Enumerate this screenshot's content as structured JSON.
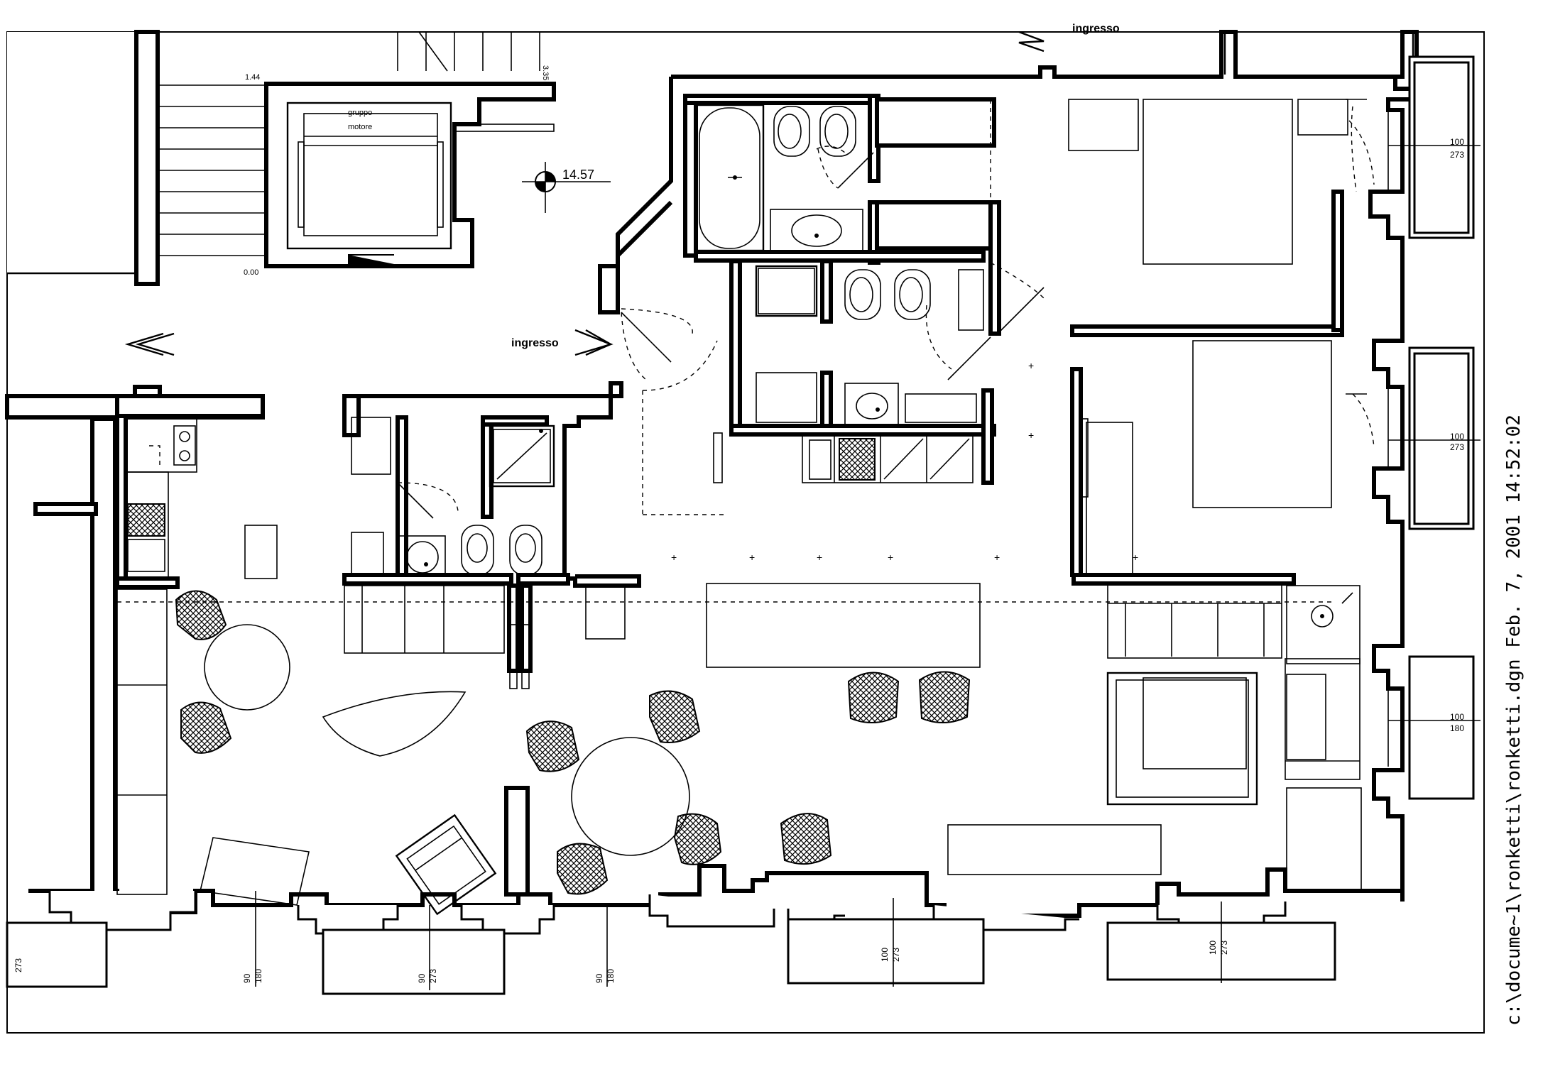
{
  "plan": {
    "labels": {
      "entrance_top": "ingresso",
      "entrance_hall": "ingresso",
      "motor_group_line1": "gruppo",
      "motor_group_line2": "motore",
      "elevation_mark": "14.57",
      "level_upper": "1.44",
      "level_lower": "0.00",
      "level_side": "3.35"
    },
    "window_dims": {
      "right_top": [
        "100",
        "273"
      ],
      "right_mid": [
        "100",
        "273"
      ],
      "right_low": [
        "100",
        "180"
      ],
      "bottom_1": [
        "273"
      ],
      "bottom_2": [
        "90",
        "180"
      ],
      "bottom_3": [
        "90",
        "273"
      ],
      "bottom_4": [
        "90",
        "180"
      ],
      "bottom_5": [
        "100",
        "273"
      ],
      "bottom_6": [
        "100",
        "273"
      ]
    },
    "file_stamp": "c:\\docume~1\\ronketti\\ronketti.dgn    Feb.  7, 2001   14:52:02"
  }
}
